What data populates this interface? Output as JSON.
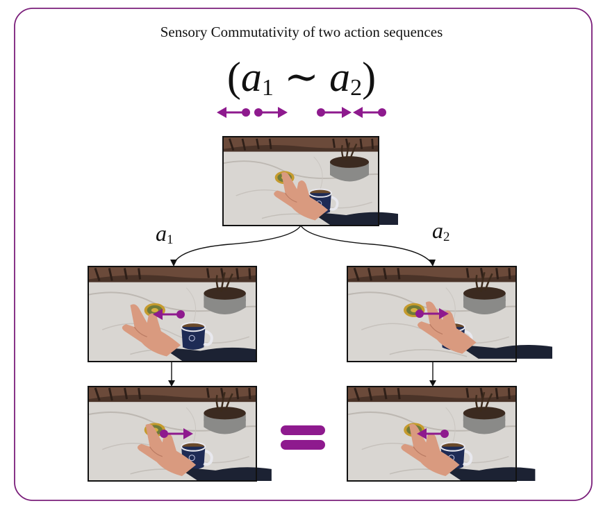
{
  "title": "Sensory Commutativity of two action sequences",
  "formula": {
    "open": "(",
    "lhs_var": "a",
    "lhs_sub": "1",
    "op": "∼",
    "rhs_var": "a",
    "rhs_sub": "2",
    "close": ")"
  },
  "branch_labels": {
    "left_var": "a",
    "left_sub": "1",
    "right_var": "a",
    "right_sub": "2"
  },
  "colors": {
    "accent": "#8e1a8e",
    "frame": "#7a1e7a",
    "line": "#111111"
  },
  "icons": {
    "action_left": "arrow-left-icon",
    "action_right": "arrow-right-icon",
    "equals": "equals-sign-icon"
  }
}
